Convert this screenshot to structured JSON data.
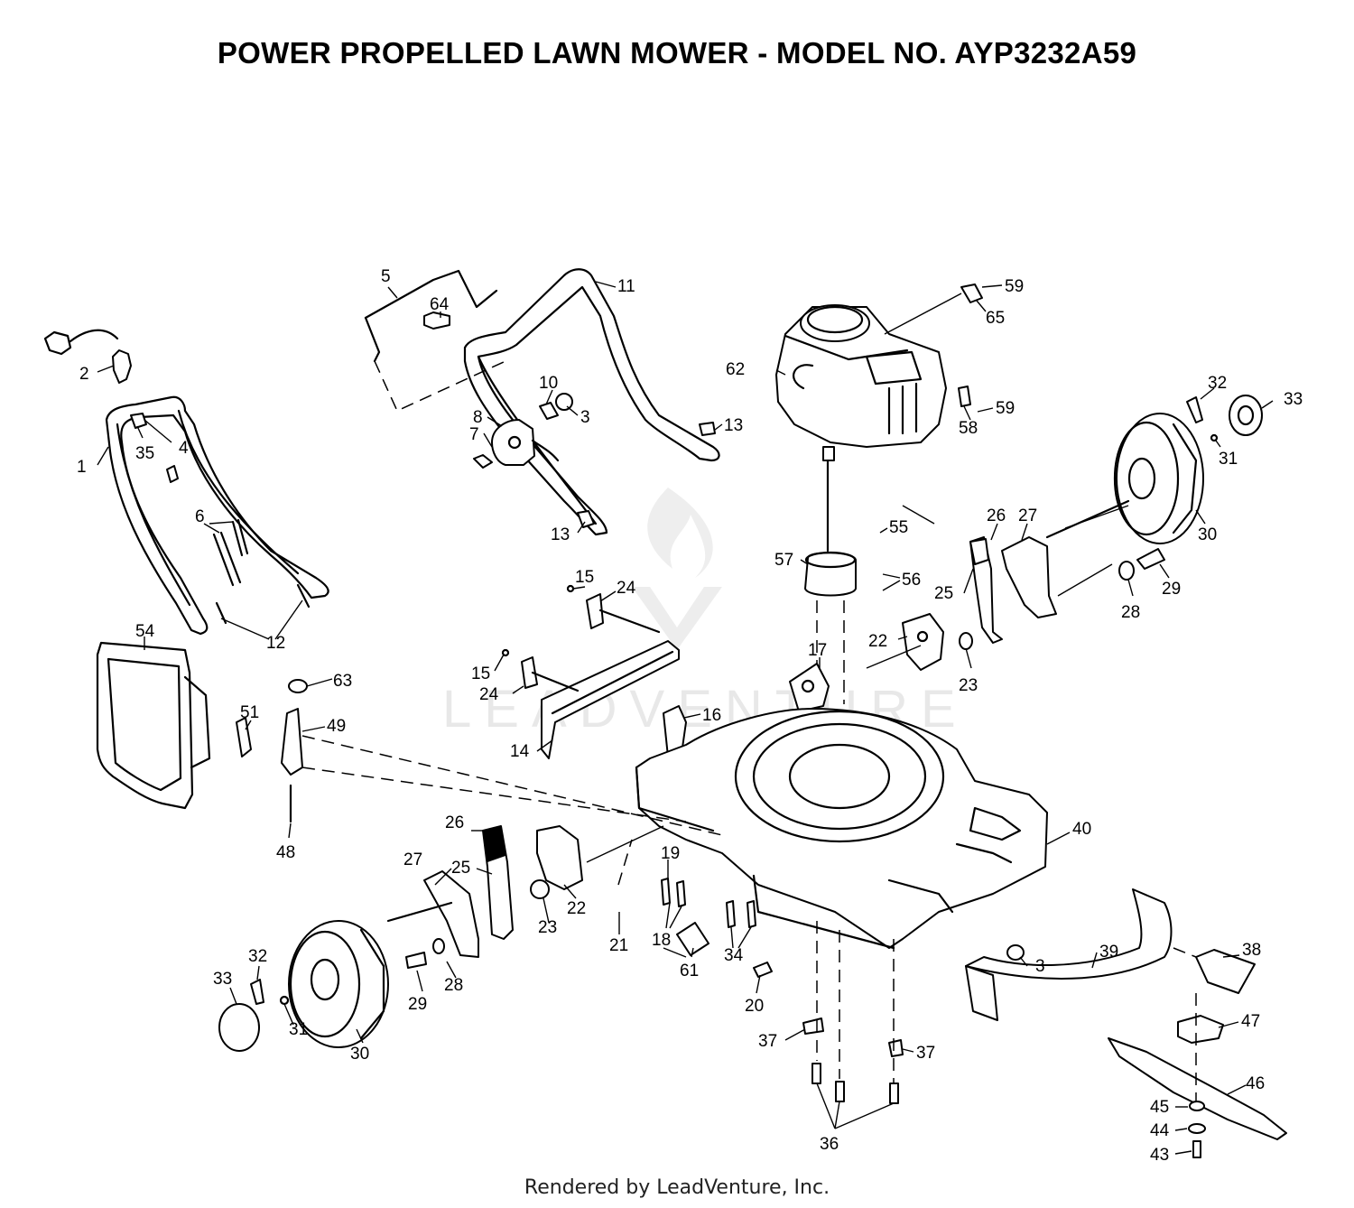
{
  "title": "POWER PROPELLED LAWN MOWER - MODEL NO. AYP3232A59",
  "footer": "Rendered by LeadVenture, Inc.",
  "watermark": "LEADVENTURE",
  "colors": {
    "ink": "#000000",
    "background": "#ffffff",
    "watermark": "#e6e6e6"
  },
  "callouts": {
    "c1": "1",
    "c2": "2",
    "c3a": "3",
    "c3b": "3",
    "c4": "4",
    "c5": "5",
    "c6": "6",
    "c7": "7",
    "c8": "8",
    "c10": "10",
    "c11": "11",
    "c12": "12",
    "c13a": "13",
    "c13b": "13",
    "c14": "14",
    "c15a": "15",
    "c15b": "15",
    "c16": "16",
    "c17": "17",
    "c18": "18",
    "c19": "19",
    "c20": "20",
    "c21": "21",
    "c22a": "22",
    "c22b": "22",
    "c23a": "23",
    "c23b": "23",
    "c24a": "24",
    "c24b": "24",
    "c25a": "25",
    "c25b": "25",
    "c26a": "26",
    "c26b": "26",
    "c27a": "27",
    "c27b": "27",
    "c28a": "28",
    "c28b": "28",
    "c29a": "29",
    "c29b": "29",
    "c30a": "30",
    "c30b": "30",
    "c31a": "31",
    "c31b": "31",
    "c32a": "32",
    "c32b": "32",
    "c33a": "33",
    "c33b": "33",
    "c34": "34",
    "c35": "35",
    "c36": "36",
    "c37a": "37",
    "c37b": "37",
    "c38": "38",
    "c39": "39",
    "c40": "40",
    "c43": "43",
    "c44": "44",
    "c45": "45",
    "c46": "46",
    "c47": "47",
    "c48": "48",
    "c49": "49",
    "c51": "51",
    "c54": "54",
    "c55": "55",
    "c56": "56",
    "c57": "57",
    "c58": "58",
    "c59a": "59",
    "c59b": "59",
    "c61": "61",
    "c62": "62",
    "c63": "63",
    "c64": "64",
    "c65": "65"
  }
}
